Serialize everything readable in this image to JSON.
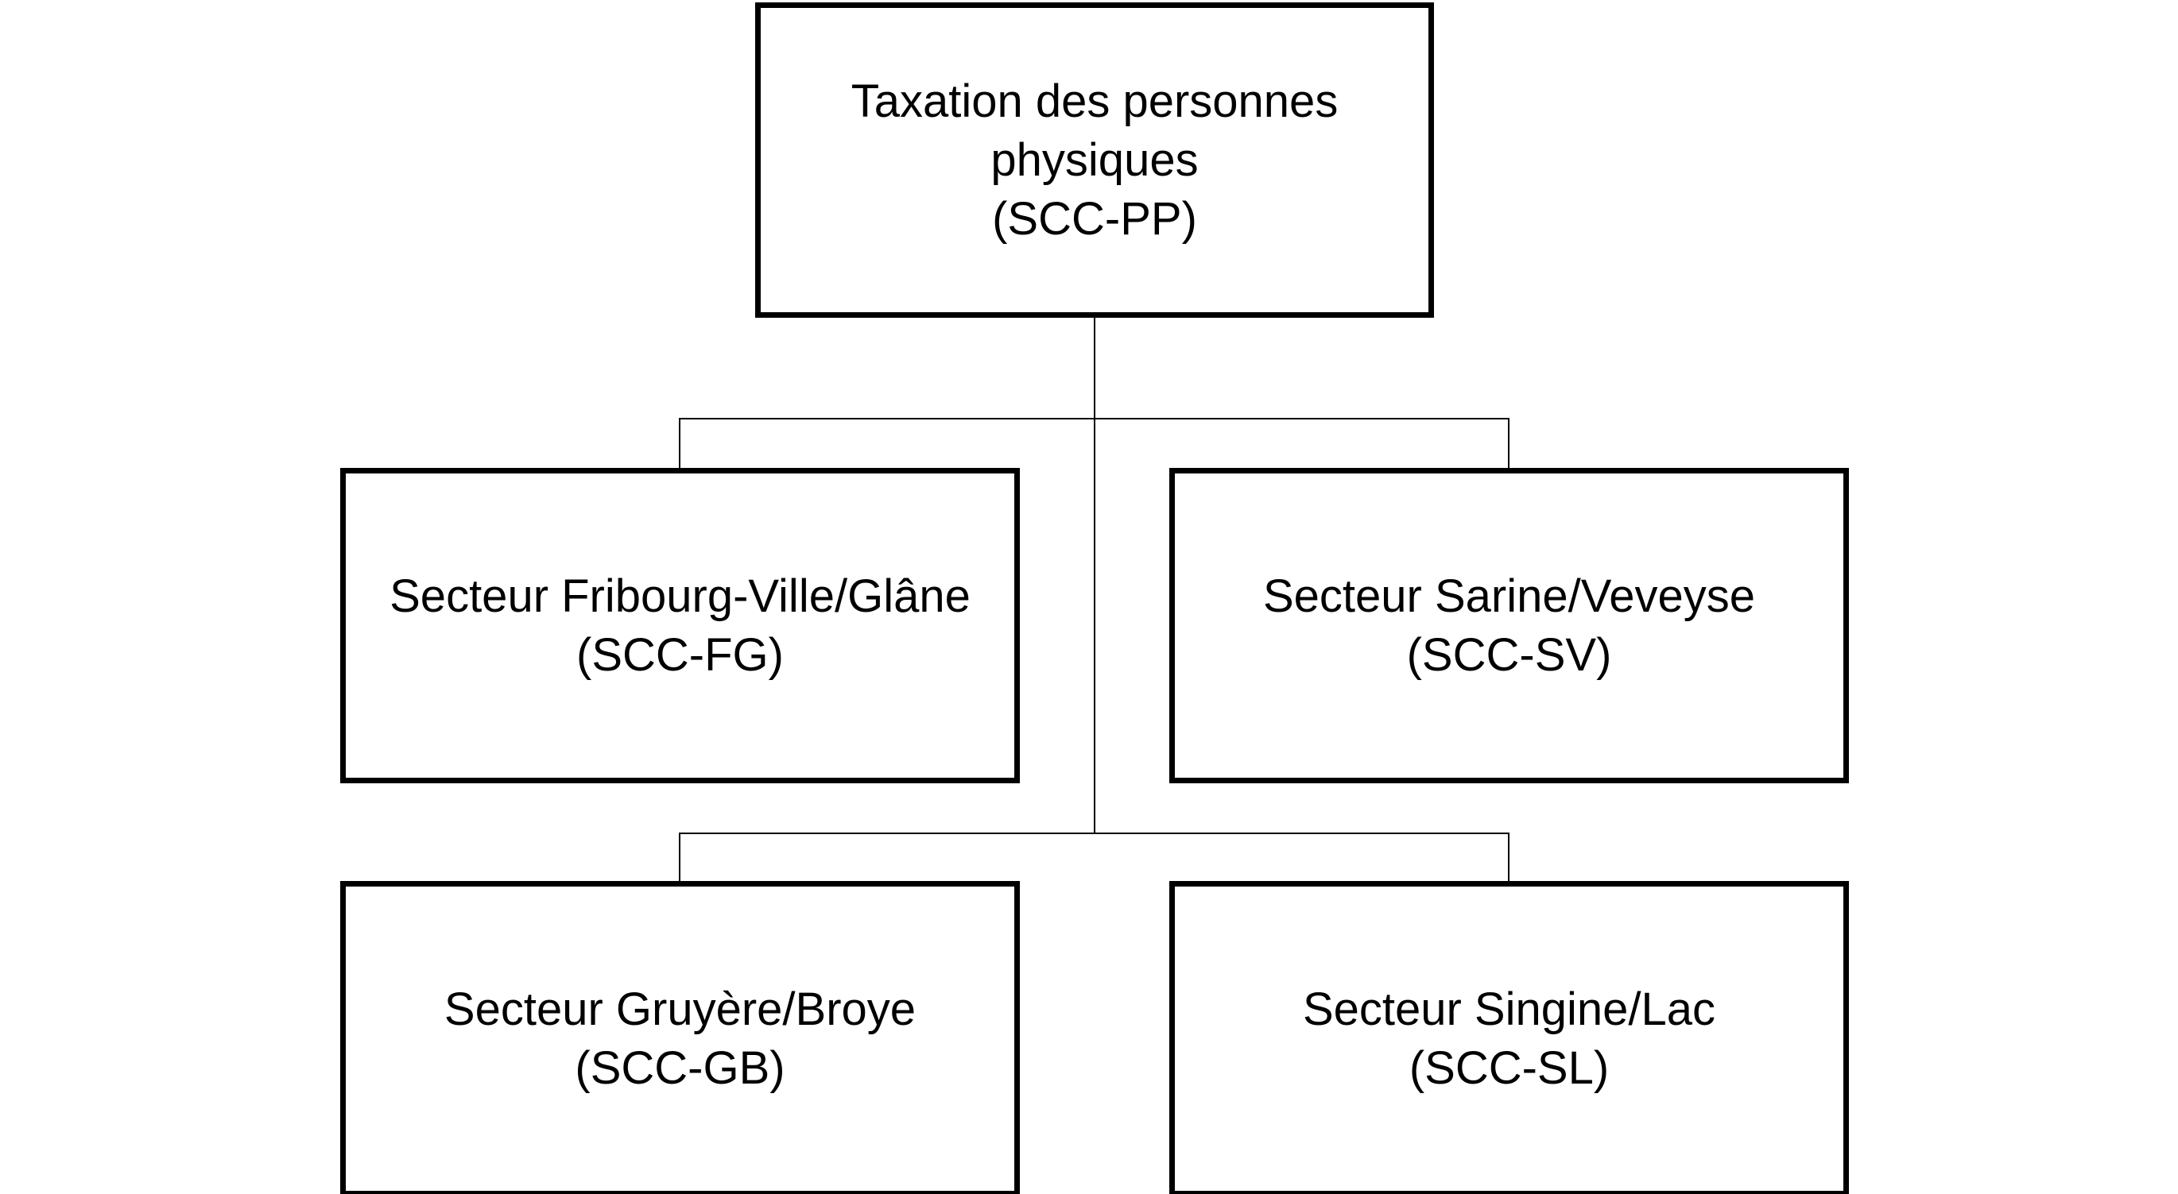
{
  "diagram": {
    "root": {
      "lines": [
        "Taxation des personnes",
        "physiques",
        "(SCC-PP)"
      ]
    },
    "children": [
      {
        "name": "Secteur Fribourg-Ville/Glâne",
        "code": "(SCC-FG)"
      },
      {
        "name": "Secteur Sarine/Veveyse",
        "code": "(SCC-SV)"
      },
      {
        "name": "Secteur Gruyère/Broye",
        "code": "(SCC-GB)"
      },
      {
        "name": "Secteur Singine/Lac",
        "code": "(SCC-SL)"
      }
    ],
    "colors": {
      "stroke": "#000000",
      "background": "#ffffff"
    }
  }
}
